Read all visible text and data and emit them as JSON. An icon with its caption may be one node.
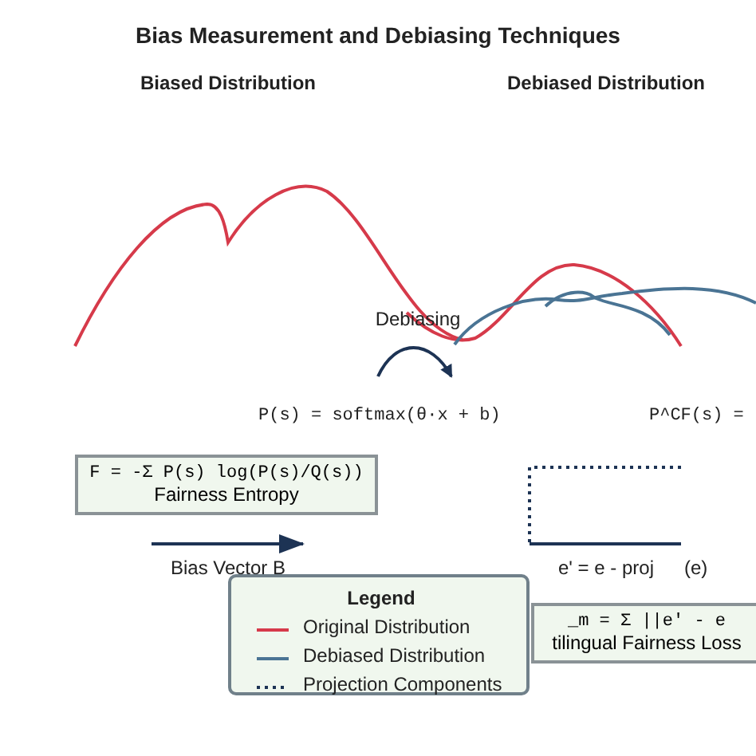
{
  "diagram": {
    "title": "Bias Measurement and Debiasing Techniques",
    "nodes": [
      {
        "text": [
          "F = -Σ P(s) log(P(s)/Q(s))",
          "Fairness Entropy"
        ]
      },
      {
        "text": [
          "_m = Σ ||e' - e",
          "tilingual Fairness Loss"
        ]
      }
    ],
    "edges": [],
    "labels": [
      "Biased Distribution",
      "Debiased Distribution",
      "Debiasing",
      "P(s) = softmax(θ·x + b)",
      "P^CF(s) =",
      "Bias Vector B",
      "e' = e - proj",
      "(e)",
      "Legend"
    ],
    "legend": [
      {
        "text": "Original Distribution"
      },
      {
        "text": "Debiased Distribution"
      },
      {
        "text": "Projection Components"
      }
    ]
  }
}
